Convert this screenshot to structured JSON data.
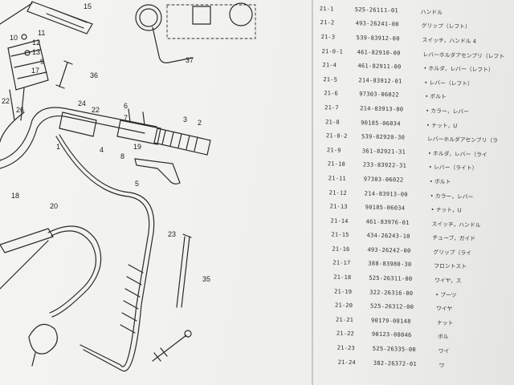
{
  "diagram": {
    "callouts": [
      "15",
      "11",
      "12",
      "13",
      "9",
      "17",
      "22",
      "26",
      "36",
      "37",
      "24",
      "22",
      "6",
      "7",
      "3",
      "2",
      "1",
      "4",
      "8",
      "19",
      "5",
      "18",
      "20",
      "23",
      "35",
      "10"
    ]
  },
  "parts_list": [
    {
      "ref": "21-1",
      "part": "525-26111-01",
      "desc": "ハンドル"
    },
    {
      "ref": "21-2",
      "part": "493-26241-00",
      "desc": "グリップ（レフト）"
    },
    {
      "ref": "21-3",
      "part": "539-83912-00",
      "desc": "スイッチ，ハンドル 4"
    },
    {
      "ref": "21-0-1",
      "part": "461-82910-00",
      "desc": "レバーホルダアセンブリ（レフト"
    },
    {
      "ref": "21-4",
      "part": "461-82911-00",
      "desc": "• ホルダ，レバー（レフト）"
    },
    {
      "ref": "21-5",
      "part": "214-83912-01",
      "desc": "• レバー（レフト）"
    },
    {
      "ref": "21-6",
      "part": "97303-06022",
      "desc": "• ボルト"
    },
    {
      "ref": "21-7",
      "part": "214-83913-00",
      "desc": "• カラー，レバー"
    },
    {
      "ref": "21-8",
      "part": "90185-06034",
      "desc": "• ナット，U"
    },
    {
      "ref": "21-0-2",
      "part": "539-82920-30",
      "desc": "レバーホルダアセンブリ（ラ"
    },
    {
      "ref": "21-9",
      "part": "361-82921-31",
      "desc": "• ホルダ，レバー（ライ"
    },
    {
      "ref": "21-10",
      "part": "233-83922-31",
      "desc": "• レバー（ライト）"
    },
    {
      "ref": "21-11",
      "part": "97303-06022",
      "desc": "• ボルト"
    },
    {
      "ref": "21-12",
      "part": "214-83913-00",
      "desc": "• カラー，レバー"
    },
    {
      "ref": "21-13",
      "part": "90185-06034",
      "desc": "• ナット，U"
    },
    {
      "ref": "21-14",
      "part": "461-83976-01",
      "desc": "スイッチ，ハンドル"
    },
    {
      "ref": "21-15",
      "part": "434-26243-10",
      "desc": "チューブ，ガイド"
    },
    {
      "ref": "21-16",
      "part": "493-26242-00",
      "desc": "グリップ（ライ"
    },
    {
      "ref": "21-17",
      "part": "388-83980-30",
      "desc": "フロントスト"
    },
    {
      "ref": "21-18",
      "part": "525-26311-00",
      "desc": "ワイヤ，ス"
    },
    {
      "ref": "21-19",
      "part": "322-26316-00",
      "desc": "• ブーツ"
    },
    {
      "ref": "21-20",
      "part": "525-26312-00",
      "desc": "ワイヤ"
    },
    {
      "ref": "21-21",
      "part": "90179-08148",
      "desc": "ナット"
    },
    {
      "ref": "21-22",
      "part": "90123-08046",
      "desc": "ボル"
    },
    {
      "ref": "21-23",
      "part": "525-26335-00",
      "desc": "ワイ"
    },
    {
      "ref": "21-24",
      "part": "382-26372-01",
      "desc": "ワ"
    }
  ]
}
